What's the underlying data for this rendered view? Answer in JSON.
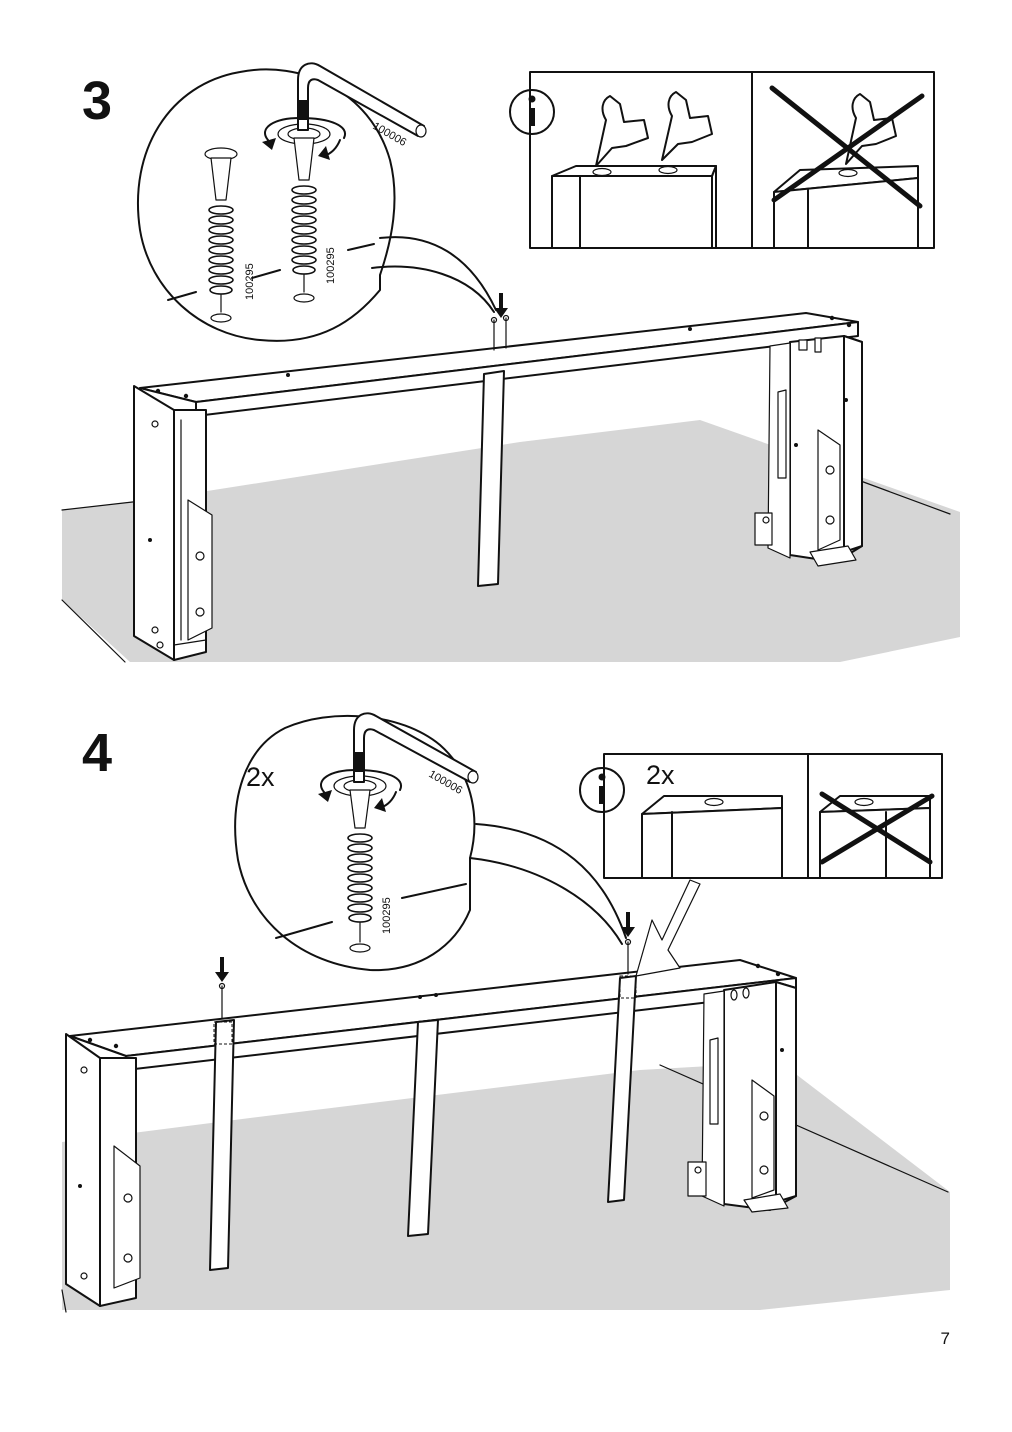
{
  "page_number": "7",
  "steps": [
    {
      "number": "3",
      "tool_part": "100006",
      "screw_part": "100295",
      "screw_part_second": "100295",
      "info_note": {
        "icon": "info-icon",
        "correct_image": "two-fingers-pointing-at-holes",
        "wrong_image": "hand-crossed-out"
      },
      "quantity": ""
    },
    {
      "number": "4",
      "tool_part": "100006",
      "screw_part": "100295",
      "quantity": "2x",
      "info_note": {
        "icon": "info-icon",
        "quantity": "2x",
        "correct_image": "hole-on-top-of-post",
        "wrong_image": "hole-crossed-out"
      }
    }
  ]
}
